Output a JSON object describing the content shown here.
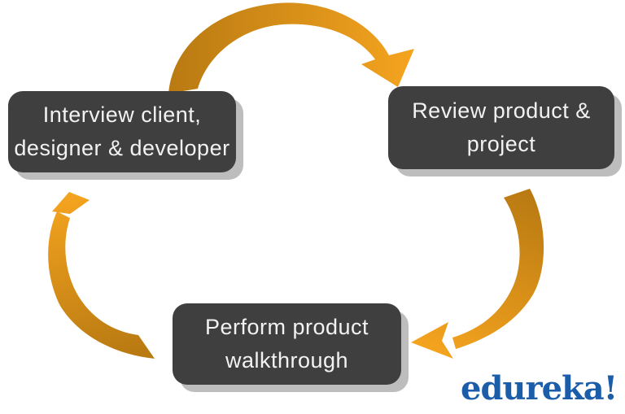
{
  "diagram": {
    "type": "cycle",
    "direction": "clockwise",
    "nodes": [
      {
        "id": "interview",
        "line1": "Interview client,",
        "line2": "designer & developer"
      },
      {
        "id": "review",
        "line1": "Review product &",
        "line2": "project"
      },
      {
        "id": "walkthrough",
        "line1": "Perform product",
        "line2": "walkthrough"
      }
    ],
    "arrows": [
      {
        "name": "interview-to-review",
        "from": "interview",
        "to": "review"
      },
      {
        "name": "review-to-walkthrough",
        "from": "review",
        "to": "walkthrough"
      },
      {
        "name": "walkthrough-to-interview",
        "from": "walkthrough",
        "to": "interview"
      }
    ]
  },
  "branding": {
    "logo_text": "edureka!"
  },
  "colors": {
    "background": "#ffffff",
    "node_bg": "#3f3f3f",
    "node_text": "#f2f2f2",
    "node_shadow": "#bdbdbd",
    "arrow_dark": "#b97a12",
    "arrow_bright": "#f5a41f",
    "logo_blue": "#1c5da9"
  }
}
